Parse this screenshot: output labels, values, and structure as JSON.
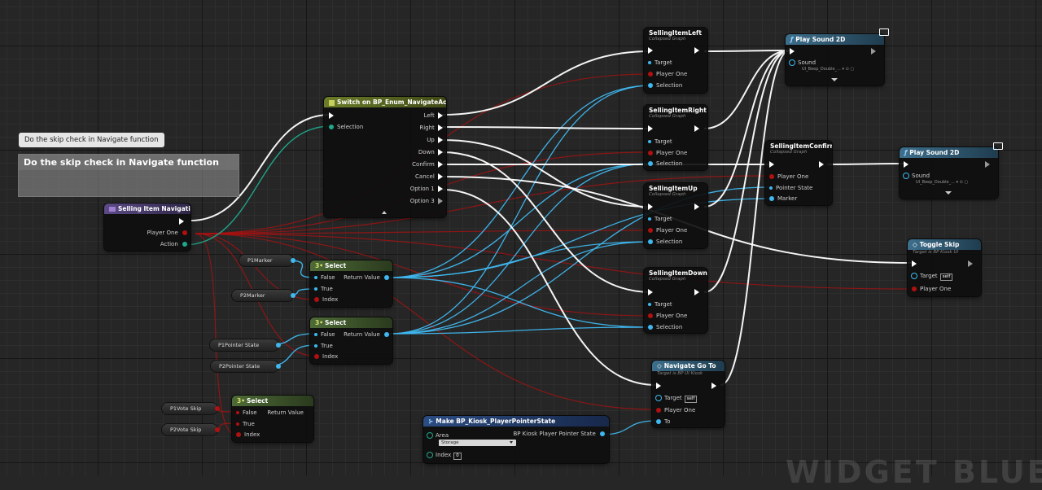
{
  "comment": {
    "bubble": "Do the skip check in Navigate function",
    "title": "Do the skip check in Navigate function"
  },
  "macro": {
    "title": "Selling Item Navigation",
    "pins": [
      "Player One",
      "Action"
    ]
  },
  "switch": {
    "title": "Switch on BP_Enum_NavigateAction",
    "input": "Selection",
    "outputs": [
      "Left",
      "Right",
      "Up",
      "Down",
      "Confirm",
      "Cancel",
      "Option 1",
      "Option 3"
    ]
  },
  "variables": {
    "p1marker": "P1Marker",
    "p2marker": "P2Marker",
    "p1pointer": "P1Pointer State",
    "p2pointer": "P2Pointer State",
    "p1vote": "P1Vote Skip",
    "p2vote": "P2Vote Skip"
  },
  "select": {
    "title": "Select",
    "false_label": "False",
    "true_label": "True",
    "index_label": "Index",
    "return_label": "Return Value"
  },
  "collapsed_subtitle": "Collapsed Graph",
  "collapsed": {
    "left": {
      "title": "SellingItemLeft",
      "pins": [
        "Target",
        "Player One",
        "Selection"
      ]
    },
    "right": {
      "title": "SellingItemRight",
      "pins": [
        "Target",
        "Player One",
        "Selection"
      ]
    },
    "up": {
      "title": "SellingItemUp",
      "pins": [
        "Target",
        "Player One",
        "Selection"
      ]
    },
    "down": {
      "title": "SellingItemDown",
      "pins": [
        "Target",
        "Player One",
        "Selection"
      ]
    },
    "confirm": {
      "title": "SellingItemConfirm",
      "pins": [
        "Player One",
        "Pointer State",
        "Marker"
      ]
    }
  },
  "playsound1": {
    "title": "Play Sound 2D",
    "sound_label": "Sound",
    "sound_value": "UI_Beep_Double_..."
  },
  "playsound2": {
    "title": "Play Sound 2D",
    "sound_label": "Sound",
    "sound_value": "UI_Beep_Double_..."
  },
  "toggle": {
    "title": "Toggle Skip",
    "subtitle": "Target is BP Kiosk UI",
    "target": "Target",
    "self": "self",
    "player": "Player One"
  },
  "navigate": {
    "title": "Navigate Go To",
    "subtitle": "Target is BP UI Kiosk",
    "target": "Target",
    "self": "self",
    "player": "Player One",
    "to": "To"
  },
  "make": {
    "title": "Make BP_Kiosk_PlayerPointerState",
    "area": "Area",
    "area_value": "Storage",
    "index": "Index",
    "index_value": "0",
    "output": "BP Kiosk Player Pointer State"
  },
  "watermark": "WIDGET BLUEP",
  "colors": {
    "exec": "#ffffff",
    "struct": "#3fb8f0",
    "bool": "#b01010",
    "enum": "#1fa88a"
  }
}
